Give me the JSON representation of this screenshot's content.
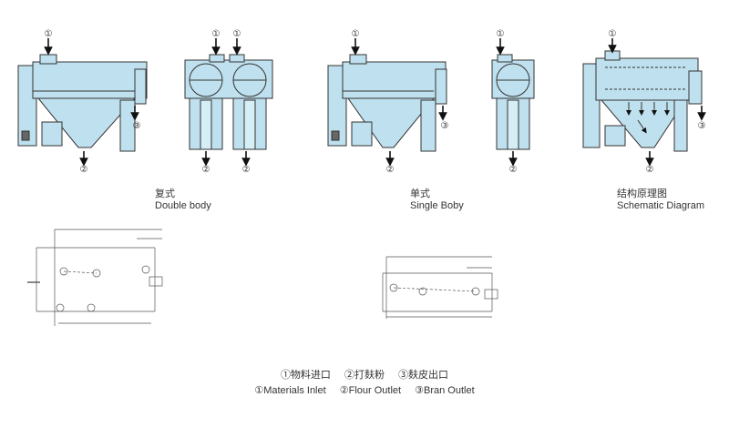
{
  "diagrams": [
    {
      "id": "double-body",
      "caption_zh": "复式",
      "caption_en": "Double body"
    },
    {
      "id": "single-body",
      "caption_zh": "单式",
      "caption_en": "Single  Boby"
    },
    {
      "id": "schematic",
      "caption_zh": "结构原理图",
      "caption_en": "Schematic Diagram"
    }
  ],
  "port_markers": {
    "inlet": "①",
    "flour": "②",
    "bran": "③"
  },
  "legend": {
    "zh": [
      "①物料进口",
      "②打麸粉",
      "③麸皮出口"
    ],
    "en": [
      "①Materials Inlet",
      "②Flour Outlet",
      "③Bran Outlet"
    ]
  },
  "colors": {
    "machine_fill": "#bfe0ee",
    "line": "#333333",
    "background": "#ffffff"
  },
  "icons": [
    "down-arrow-icon"
  ]
}
